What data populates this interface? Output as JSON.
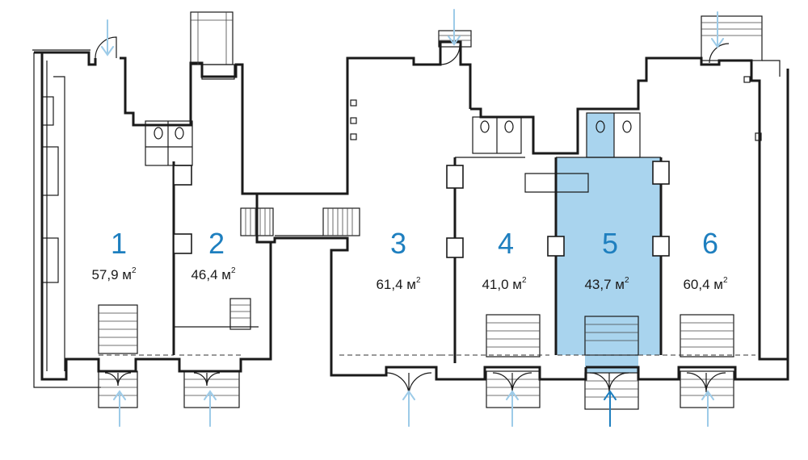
{
  "colors": {
    "accent": "#1e7fbf",
    "highlight_fill": "#a9d4ee",
    "arrow_light": "#9dcbe8",
    "arrow_active": "#1e7fbf",
    "walls": "#1a1a1a"
  },
  "units": [
    {
      "number": "1",
      "area": "57,9 м",
      "sup": "2",
      "highlighted": false
    },
    {
      "number": "2",
      "area": "46,4 м",
      "sup": "2",
      "highlighted": false
    },
    {
      "number": "3",
      "area": "61,4 м",
      "sup": "2",
      "highlighted": false
    },
    {
      "number": "4",
      "area": "41,0 м",
      "sup": "2",
      "highlighted": false
    },
    {
      "number": "5",
      "area": "43,7 м",
      "sup": "2",
      "highlighted": true
    },
    {
      "number": "6",
      "area": "60,4 м",
      "sup": "2",
      "highlighted": false
    }
  ],
  "icons": [
    "entrance-arrow-icon",
    "toilet-icon",
    "stairs-icon",
    "door-swing-icon"
  ]
}
